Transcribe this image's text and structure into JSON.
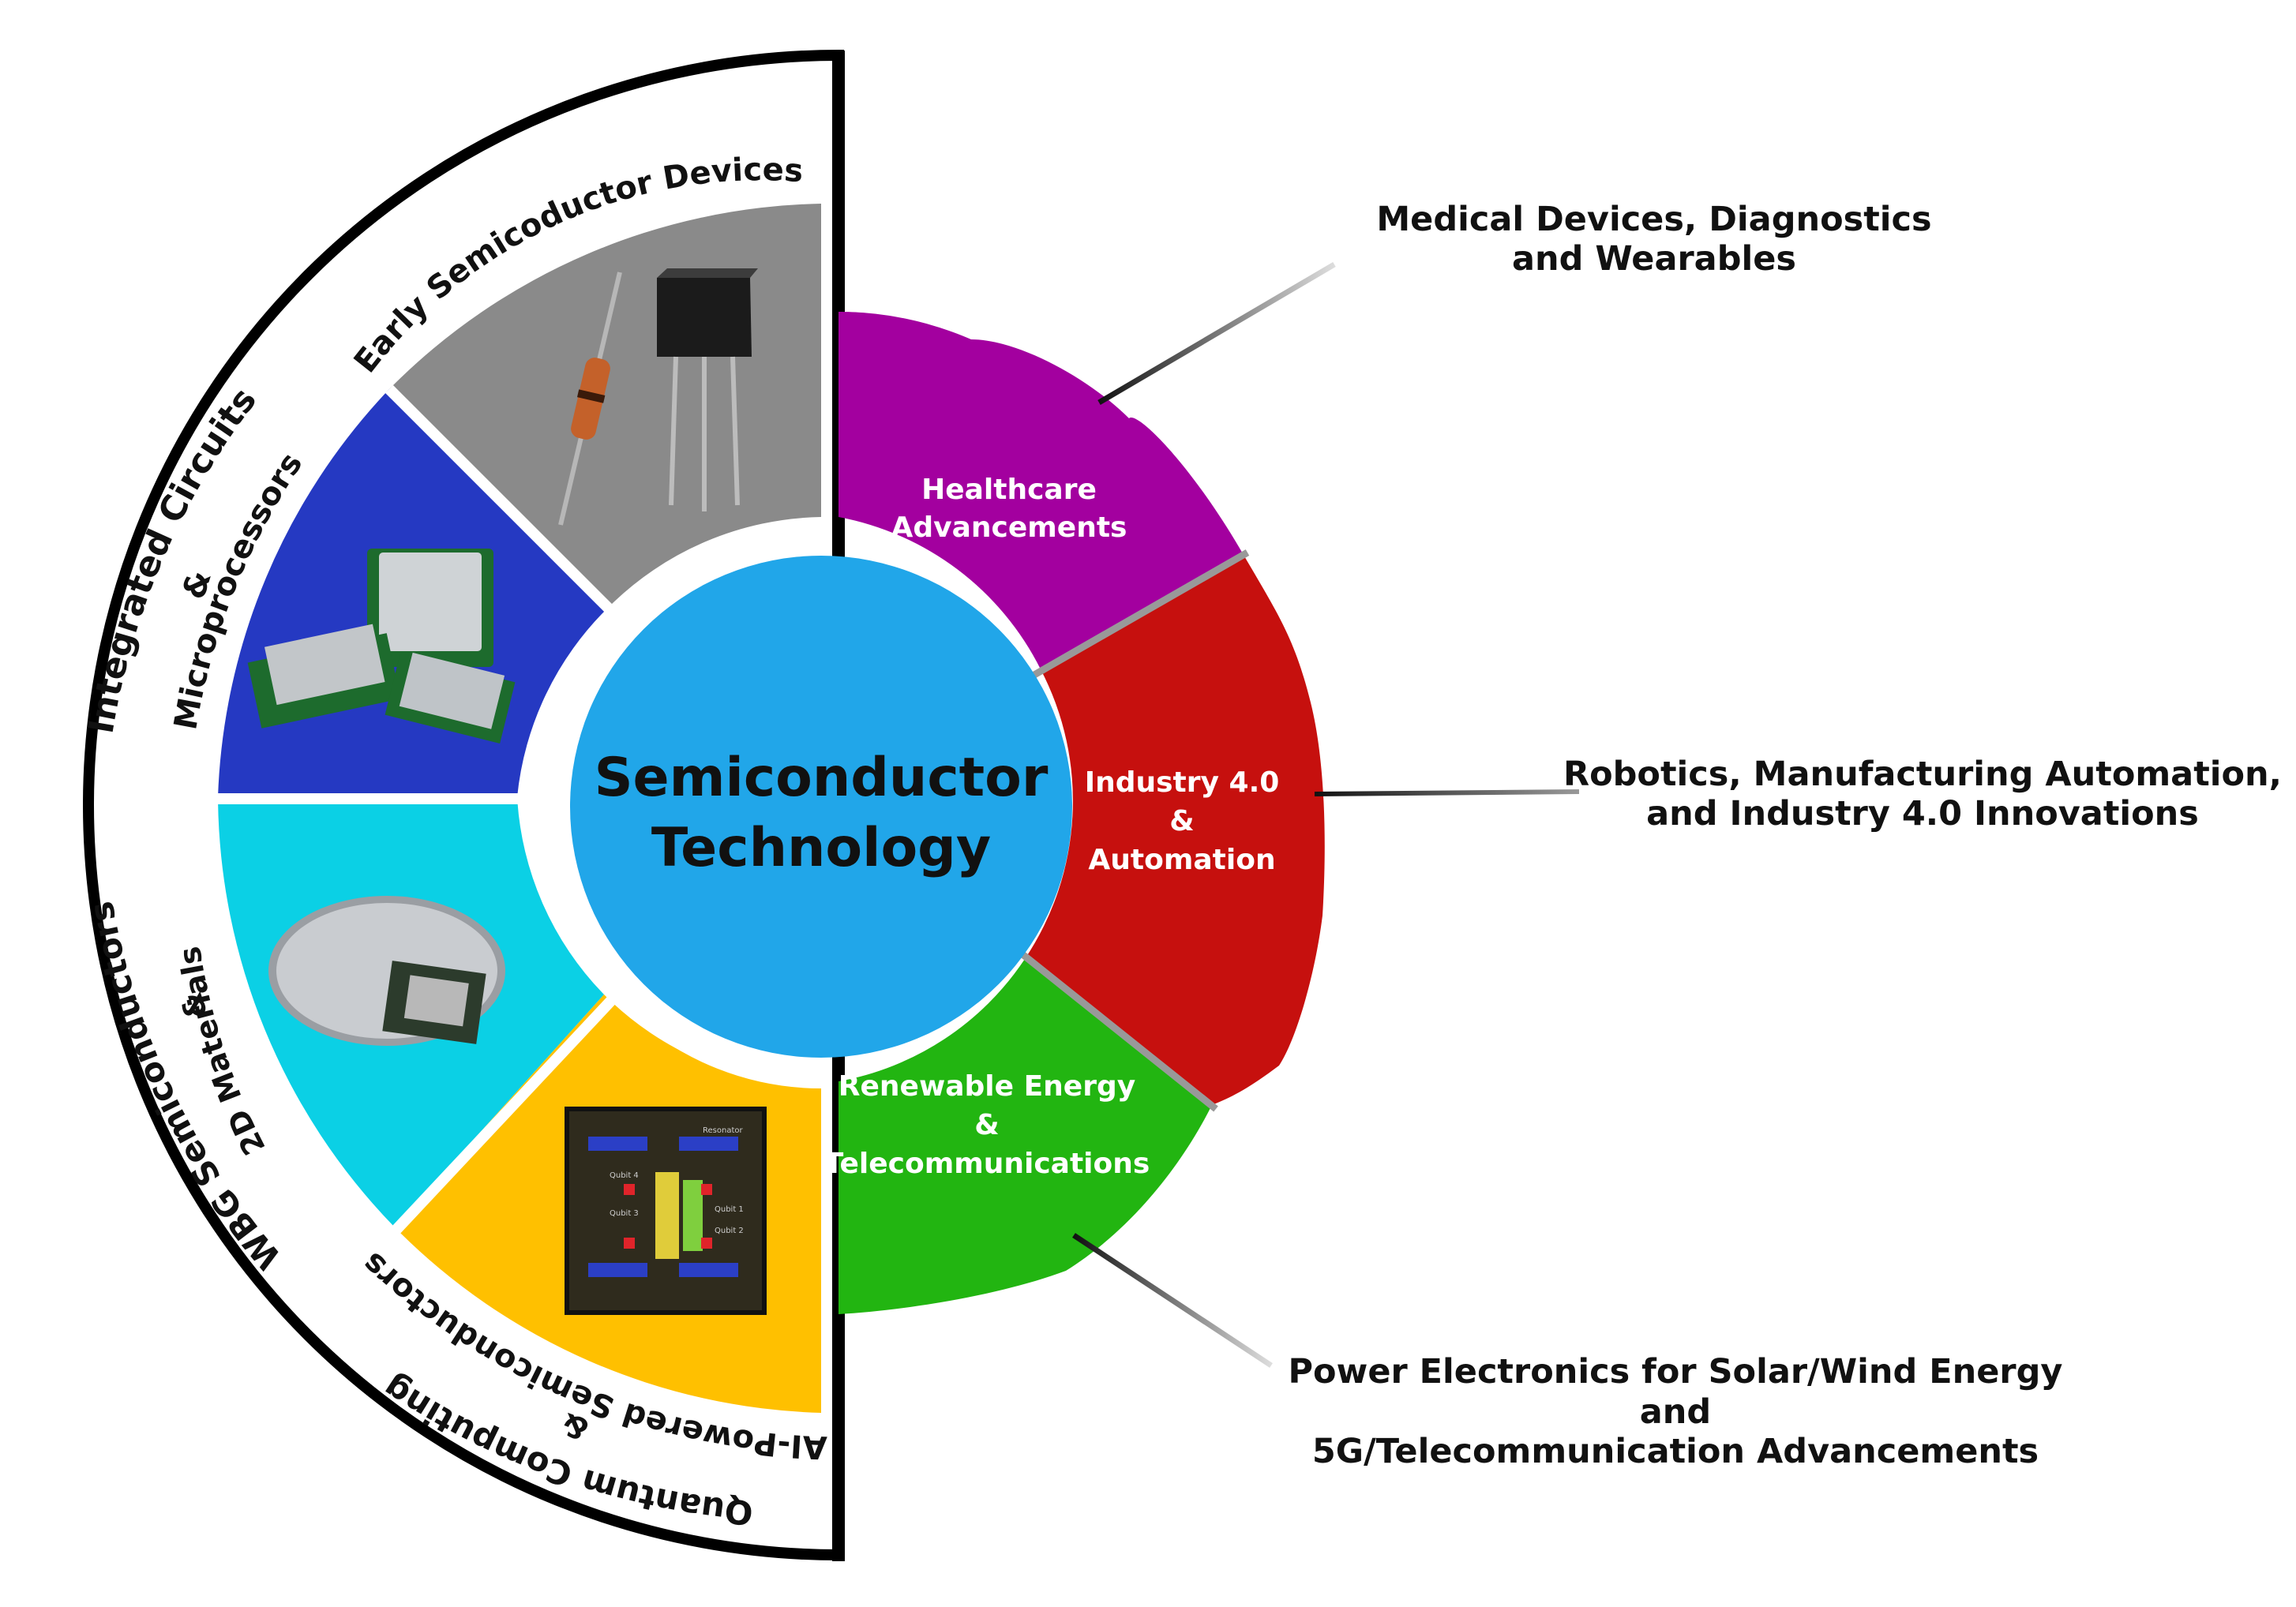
{
  "center": {
    "line1": "Semiconductor",
    "line2": "Technology"
  },
  "eras": [
    {
      "label": "Early Semicoductor Devices"
    },
    {
      "label1": "Integrated Circuits",
      "label2": "&",
      "label3": "Microprocessors"
    },
    {
      "label1": "WBG Semiconductors",
      "label2": "&",
      "label3": "2D Materials"
    },
    {
      "label1": "AI-Powered Semiconductors",
      "label2": "&",
      "label3": "Quantum Computing"
    }
  ],
  "applications": [
    {
      "line1": "Healthcare",
      "line2": "Advancements"
    },
    {
      "line1": "Industry 4.0",
      "line2": "&",
      "line3": "Automation"
    },
    {
      "line1": "Renewable Energy",
      "line2": "&",
      "line3": "Telecommunications"
    }
  ],
  "callouts": [
    {
      "line1": "Medical Devices, Diagnostics",
      "line2": "and Wearables"
    },
    {
      "line1": "Robotics, Manufacturing Automation,",
      "line2": "and Industry 4.0 Innovations"
    },
    {
      "line1": "Power Electronics for Solar/Wind Energy",
      "line2": "and",
      "line3": "5G/Telecommunication Advancements"
    }
  ],
  "chip_labels": {
    "resonator": "Resonator",
    "qubit1": "Qubit 1",
    "qubit2": "Qubit 2",
    "qubit3": "Qubit 3",
    "qubit4": "Qubit 4"
  },
  "colors": {
    "center": "#21a6e9",
    "early": "#8a8a8a",
    "ic": "#2539c2",
    "wbg": "#0bd0e5",
    "ai": "#ffc000",
    "healthcare": "#a3009f",
    "industry": "#c6100e",
    "renewable": "#22b511"
  }
}
